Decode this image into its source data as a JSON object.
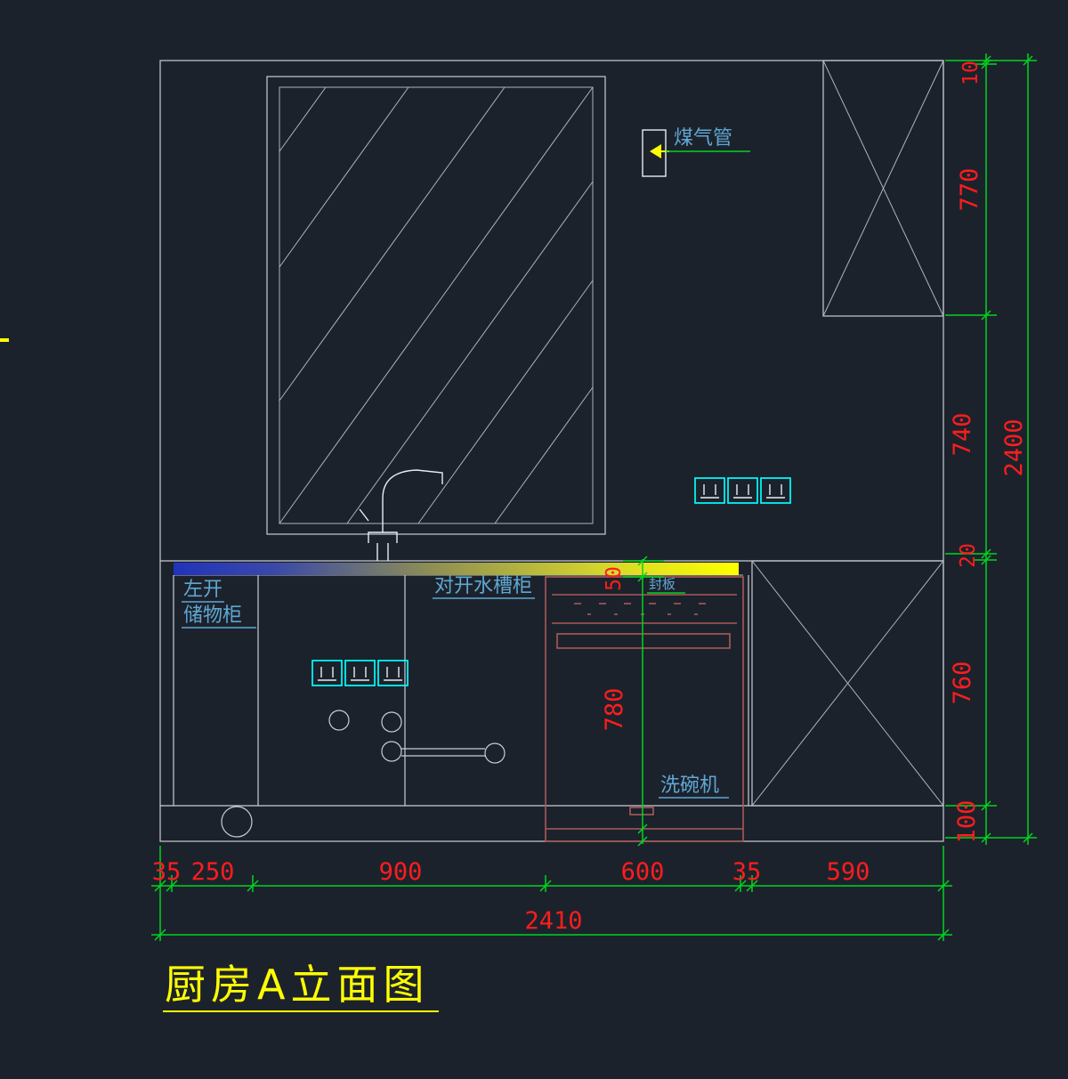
{
  "drawing": {
    "title": "厨房A立面图",
    "labels": {
      "gas_pipe": "煤气管",
      "storage_cabinet_line1": "左开",
      "storage_cabinet_line2": "储物柜",
      "sink_cabinet": "对开水槽柜",
      "seal_panel": "封板",
      "dishwasher": "洗碗机"
    },
    "dimensions": {
      "vertical": {
        "d10": "10",
        "d770": "770",
        "d740": "740",
        "d20": "20",
        "d760": "760",
        "d100": "100",
        "total": "2400"
      },
      "horizontal": {
        "d35_left": "35",
        "d250": "250",
        "d900": "900",
        "d600": "600",
        "d35_right": "35",
        "d590": "590",
        "total": "2410"
      },
      "dishwasher_height": "780",
      "counter_gap": "50"
    },
    "colors": {
      "background": "#1c222c",
      "drawing_line": "#c8cdd4",
      "dimension_line": "#00d51e",
      "dimension_text": "#ff1d1d",
      "label_text": "#5fa8d3",
      "outlet": "#00ffff",
      "title": "#ffff00",
      "dishwasher_outline": "#a85a5a",
      "countertop_left": "#2233bb",
      "countertop_right": "#ffff00"
    }
  }
}
